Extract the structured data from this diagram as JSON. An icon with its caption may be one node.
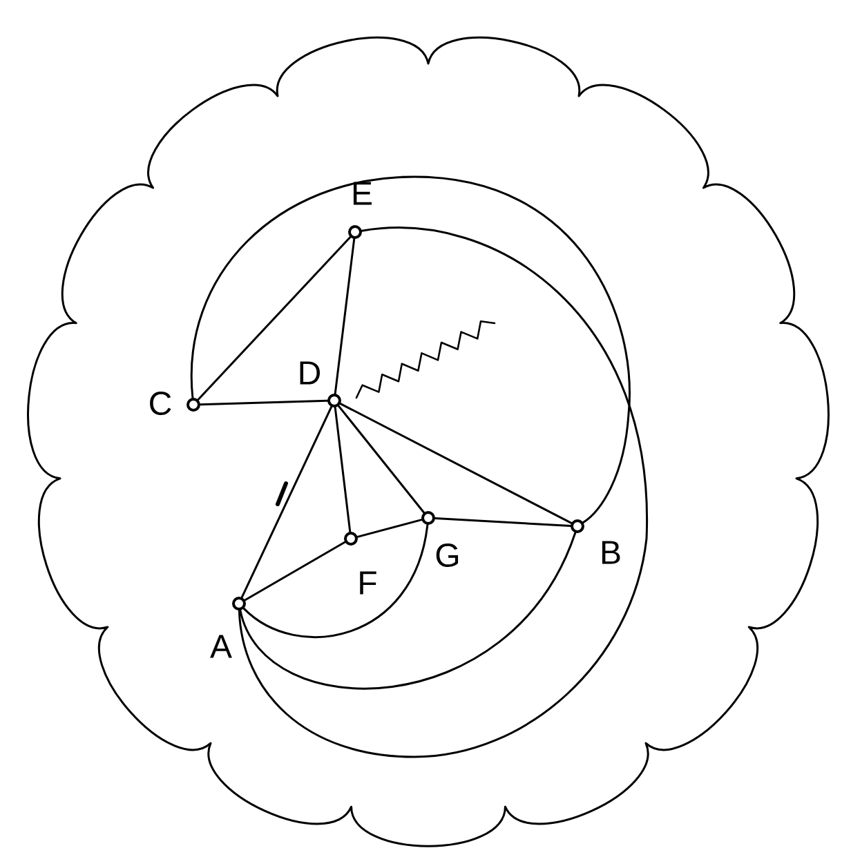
{
  "diagram": {
    "nodes": [
      {
        "text": [],
        "shape": "circle",
        "beside": [
          "E"
        ]
      },
      {
        "text": [],
        "shape": "circle",
        "beside": [
          "C"
        ]
      },
      {
        "text": [],
        "shape": "circle",
        "beside": [
          "D"
        ]
      },
      {
        "text": [],
        "shape": "circle",
        "beside": [
          "F"
        ]
      },
      {
        "text": [],
        "shape": "circle",
        "beside": [
          "G"
        ]
      },
      {
        "text": [],
        "shape": "circle",
        "beside": [
          "B"
        ]
      },
      {
        "text": [],
        "shape": "circle",
        "beside": [
          "A"
        ]
      }
    ],
    "edges": [
      {
        "from": 0,
        "to": 1,
        "arrow": "none"
      },
      {
        "from": 0,
        "to": 2,
        "arrow": "none"
      },
      {
        "from": 1,
        "to": 2,
        "arrow": "none"
      },
      {
        "from": 2,
        "to": 6,
        "arrow": "none"
      },
      {
        "from": 2,
        "to": 3,
        "arrow": "none"
      },
      {
        "from": 2,
        "to": 4,
        "arrow": "none"
      },
      {
        "from": 2,
        "to": 5,
        "arrow": "none"
      },
      {
        "from": 3,
        "to": 4,
        "arrow": "none"
      },
      {
        "from": 4,
        "to": 5,
        "arrow": "none"
      },
      {
        "from": 6,
        "to": 3,
        "arrow": "none"
      },
      {
        "from": 6,
        "to": 4,
        "arrow": "none"
      },
      {
        "from": 6,
        "to": 5,
        "arrow": "none"
      },
      {
        "from": 0,
        "to": 6,
        "arrow": "none"
      },
      {
        "from": 1,
        "to": 5,
        "arrow": "none"
      }
    ]
  }
}
